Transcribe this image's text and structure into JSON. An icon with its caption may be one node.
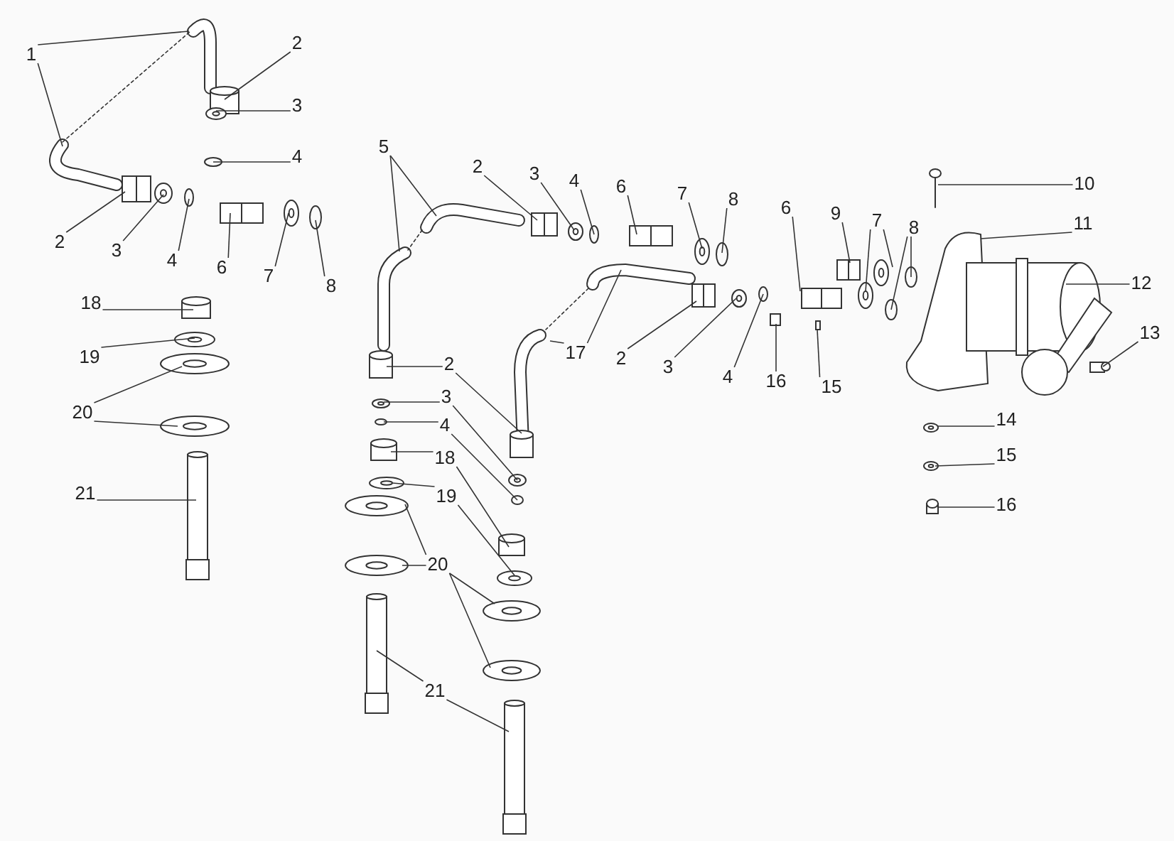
{
  "diagram": {
    "nodes": [
      {
        "text": [
          "1"
        ]
      },
      {
        "text": [
          "2"
        ]
      },
      {
        "text": [
          "3"
        ]
      },
      {
        "text": [
          "4"
        ]
      },
      {
        "text": [
          "2"
        ]
      },
      {
        "text": [
          "3"
        ]
      },
      {
        "text": [
          "4"
        ]
      },
      {
        "text": [
          "6"
        ]
      },
      {
        "text": [
          "7"
        ]
      },
      {
        "text": [
          "8"
        ]
      },
      {
        "text": [
          "18"
        ]
      },
      {
        "text": [
          "19"
        ]
      },
      {
        "text": [
          "20"
        ]
      },
      {
        "text": [
          "21"
        ]
      },
      {
        "text": [
          "5"
        ]
      },
      {
        "text": [
          "2"
        ]
      },
      {
        "text": [
          "3"
        ]
      },
      {
        "text": [
          "4"
        ]
      },
      {
        "text": [
          "6"
        ]
      },
      {
        "text": [
          "7"
        ]
      },
      {
        "text": [
          "8"
        ]
      },
      {
        "text": [
          "6"
        ]
      },
      {
        "text": [
          "9"
        ]
      },
      {
        "text": [
          "7"
        ]
      },
      {
        "text": [
          "8"
        ]
      },
      {
        "text": [
          "10"
        ]
      },
      {
        "text": [
          "11"
        ]
      },
      {
        "text": [
          "12"
        ]
      },
      {
        "text": [
          "13"
        ]
      },
      {
        "text": [
          "17"
        ]
      },
      {
        "text": [
          "2"
        ]
      },
      {
        "text": [
          "3"
        ]
      },
      {
        "text": [
          "4"
        ]
      },
      {
        "text": [
          "16"
        ]
      },
      {
        "text": [
          "15"
        ]
      },
      {
        "text": [
          "2"
        ]
      },
      {
        "text": [
          "3"
        ]
      },
      {
        "text": [
          "4"
        ]
      },
      {
        "text": [
          "18"
        ]
      },
      {
        "text": [
          "19"
        ]
      },
      {
        "text": [
          "20"
        ]
      },
      {
        "text": [
          "21"
        ]
      },
      {
        "text": [
          "14"
        ]
      },
      {
        "text": [
          "15"
        ]
      },
      {
        "text": [
          "16"
        ]
      }
    ],
    "edges": [
      {
        "from": 0,
        "to": null,
        "arrow": "none"
      },
      {
        "from": 0,
        "to": null,
        "arrow": "none"
      },
      {
        "from": 1,
        "to": null,
        "arrow": "none"
      },
      {
        "from": 2,
        "to": null,
        "arrow": "none"
      },
      {
        "from": 3,
        "to": null,
        "arrow": "none"
      },
      {
        "from": 4,
        "to": null,
        "arrow": "none"
      },
      {
        "from": 5,
        "to": null,
        "arrow": "none"
      },
      {
        "from": 6,
        "to": null,
        "arrow": "none"
      },
      {
        "from": 7,
        "to": null,
        "arrow": "none"
      },
      {
        "from": 8,
        "to": null,
        "arrow": "none"
      },
      {
        "from": 9,
        "to": null,
        "arrow": "none"
      },
      {
        "from": 10,
        "to": null,
        "arrow": "none"
      },
      {
        "from": 11,
        "to": null,
        "arrow": "none"
      },
      {
        "from": 12,
        "to": null,
        "arrow": "none"
      },
      {
        "from": 12,
        "to": null,
        "arrow": "none"
      },
      {
        "from": 13,
        "to": null,
        "arrow": "none"
      },
      {
        "from": 14,
        "to": null,
        "arrow": "none"
      },
      {
        "from": 14,
        "to": null,
        "arrow": "none"
      },
      {
        "from": 15,
        "to": null,
        "arrow": "none"
      },
      {
        "from": 16,
        "to": null,
        "arrow": "none"
      },
      {
        "from": 17,
        "to": null,
        "arrow": "none"
      },
      {
        "from": 18,
        "to": null,
        "arrow": "none"
      },
      {
        "from": 19,
        "to": null,
        "arrow": "none"
      },
      {
        "from": 20,
        "to": null,
        "arrow": "none"
      },
      {
        "from": 21,
        "to": null,
        "arrow": "none"
      },
      {
        "from": 22,
        "to": null,
        "arrow": "none"
      },
      {
        "from": 23,
        "to": null,
        "arrow": "none"
      },
      {
        "from": 23,
        "to": null,
        "arrow": "none"
      },
      {
        "from": 24,
        "to": null,
        "arrow": "none"
      },
      {
        "from": 24,
        "to": null,
        "arrow": "none"
      },
      {
        "from": 25,
        "to": null,
        "arrow": "none"
      },
      {
        "from": 26,
        "to": null,
        "arrow": "none"
      },
      {
        "from": 27,
        "to": null,
        "arrow": "none"
      },
      {
        "from": 28,
        "to": null,
        "arrow": "none"
      },
      {
        "from": 29,
        "to": null,
        "arrow": "none"
      },
      {
        "from": 29,
        "to": null,
        "arrow": "none"
      },
      {
        "from": 30,
        "to": null,
        "arrow": "none"
      },
      {
        "from": 31,
        "to": null,
        "arrow": "none"
      },
      {
        "from": 32,
        "to": null,
        "arrow": "none"
      },
      {
        "from": 33,
        "to": null,
        "arrow": "none"
      },
      {
        "from": 34,
        "to": null,
        "arrow": "none"
      },
      {
        "from": 35,
        "to": null,
        "arrow": "none"
      },
      {
        "from": 35,
        "to": null,
        "arrow": "none"
      },
      {
        "from": 36,
        "to": null,
        "arrow": "none"
      },
      {
        "from": 36,
        "to": null,
        "arrow": "none"
      },
      {
        "from": 37,
        "to": null,
        "arrow": "none"
      },
      {
        "from": 37,
        "to": null,
        "arrow": "none"
      },
      {
        "from": 38,
        "to": null,
        "arrow": "none"
      },
      {
        "from": 38,
        "to": null,
        "arrow": "none"
      },
      {
        "from": 39,
        "to": null,
        "arrow": "none"
      },
      {
        "from": 39,
        "to": null,
        "arrow": "none"
      },
      {
        "from": 40,
        "to": null,
        "arrow": "none"
      },
      {
        "from": 40,
        "to": null,
        "arrow": "none"
      },
      {
        "from": 40,
        "to": null,
        "arrow": "none"
      },
      {
        "from": 40,
        "to": null,
        "arrow": "none"
      },
      {
        "from": 41,
        "to": null,
        "arrow": "none"
      },
      {
        "from": 41,
        "to": null,
        "arrow": "none"
      },
      {
        "from": 42,
        "to": null,
        "arrow": "none"
      },
      {
        "from": 43,
        "to": null,
        "arrow": "none"
      },
      {
        "from": 44,
        "to": null,
        "arrow": "none"
      }
    ]
  }
}
